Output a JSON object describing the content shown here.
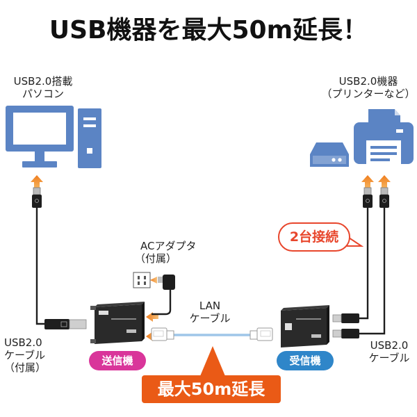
{
  "title": "USB機器を最大50m延長！",
  "pc_label": [
    "USB2.0搭載",
    "パソコン"
  ],
  "device_label": [
    "USB2.0機器",
    "（プリンターなど）"
  ],
  "ac_label": [
    "ACアダプタ",
    "（付属）"
  ],
  "lan_label": [
    "LAN",
    "ケーブル"
  ],
  "left_cable_label": [
    "USB2.0",
    "ケーブル",
    "（付属）"
  ],
  "right_cable_label": [
    "USB2.0",
    "ケーブル"
  ],
  "sender_label": "送信機",
  "receiver_label": "受信機",
  "bubble_label": "2台接続",
  "banner_label": "最大50m延長",
  "colors": {
    "icon_blue": "#5b84c4",
    "sender_pink": "#d9359a",
    "receiver_blue": "#2f86c9",
    "banner_orange": "#ea5a16",
    "arrow_orange": "#f08a2c",
    "bubble_red": "#e8462c",
    "lan_blue": "#9fc6e8"
  }
}
